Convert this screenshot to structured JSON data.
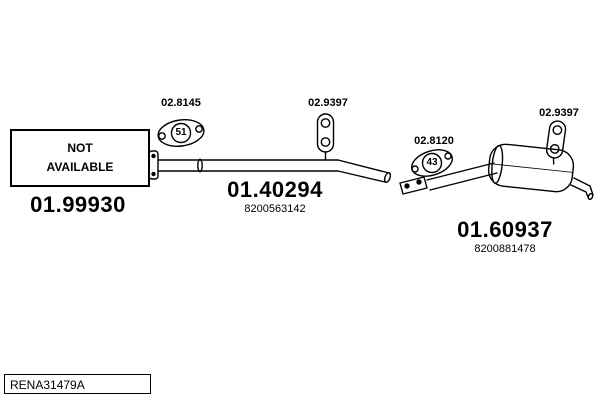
{
  "diagram": {
    "not_available": {
      "line1": "NOT",
      "line2": "AVAILABLE"
    },
    "parts": {
      "left": {
        "id": "01.99930"
      },
      "middle": {
        "id": "01.40294",
        "ref": "8200563142"
      },
      "right": {
        "id": "01.60937",
        "ref": "8200881478"
      }
    },
    "accessories": {
      "gasket_front": {
        "id": "02.8145",
        "size": "51"
      },
      "hanger_mid": {
        "id": "02.9397"
      },
      "gasket_rear": {
        "id": "02.8120",
        "size": "43"
      },
      "hanger_rear": {
        "id": "02.9397"
      }
    },
    "footer_code": "RENA31479A"
  }
}
